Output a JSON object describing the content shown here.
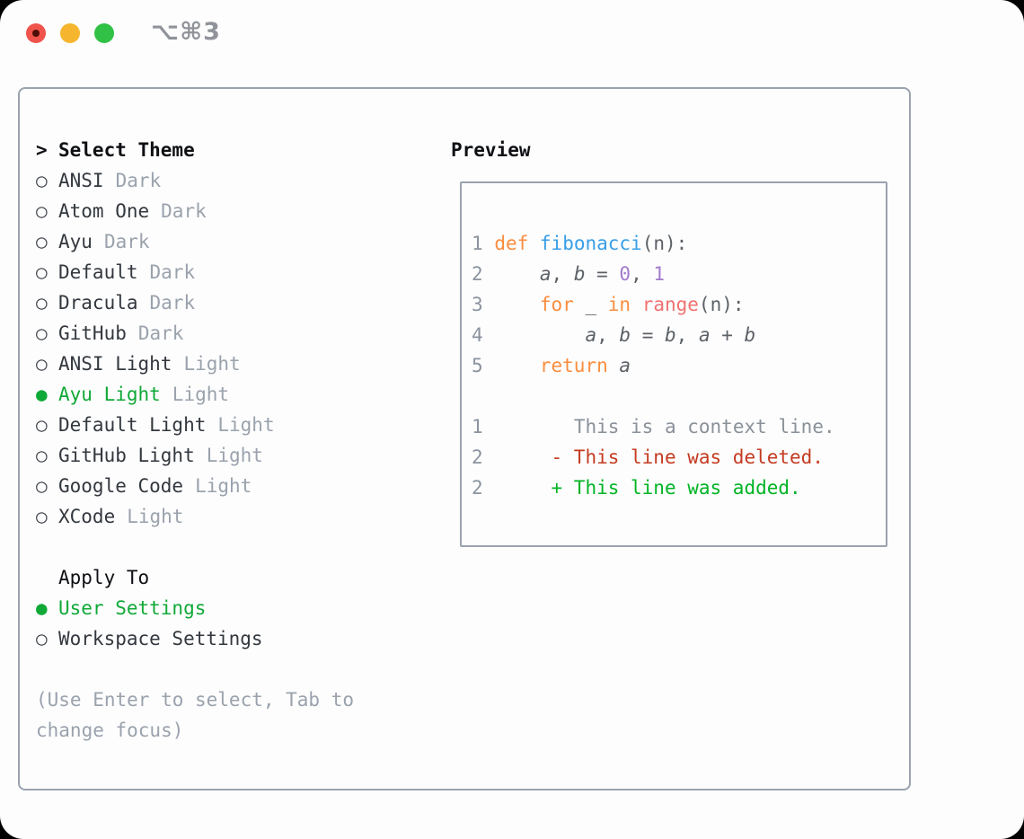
{
  "window": {
    "titlebar_shortcut": "⌥⌘3",
    "traffic_lights": [
      "close",
      "minimize",
      "zoom"
    ]
  },
  "picker": {
    "prompt": ">",
    "title": "Select Theme",
    "themes": [
      {
        "label": "ANSI",
        "variant": "Dark",
        "selected": false
      },
      {
        "label": "Atom One",
        "variant": "Dark",
        "selected": false
      },
      {
        "label": "Ayu",
        "variant": "Dark",
        "selected": false
      },
      {
        "label": "Default",
        "variant": "Dark",
        "selected": false
      },
      {
        "label": "Dracula",
        "variant": "Dark",
        "selected": false
      },
      {
        "label": "GitHub",
        "variant": "Dark",
        "selected": false
      },
      {
        "label": "ANSI Light",
        "variant": "Light",
        "selected": false
      },
      {
        "label": "Ayu Light",
        "variant": "Light",
        "selected": true
      },
      {
        "label": "Default Light",
        "variant": "Light",
        "selected": false
      },
      {
        "label": "GitHub Light",
        "variant": "Light",
        "selected": false
      },
      {
        "label": "Google Code",
        "variant": "Light",
        "selected": false
      },
      {
        "label": "XCode",
        "variant": "Light",
        "selected": false
      }
    ],
    "apply_to": {
      "title": "Apply To",
      "options": [
        {
          "label": "User Settings",
          "selected": true
        },
        {
          "label": "Workspace Settings",
          "selected": false
        }
      ]
    },
    "hint": "(Use Enter to select, Tab to change focus)"
  },
  "preview": {
    "title": "Preview",
    "lines": [
      {
        "name": "code-line-1",
        "tokens": [
          {
            "t": "1",
            "c": "ln"
          },
          {
            "t": " ",
            "c": "tx"
          },
          {
            "t": "def",
            "c": "kw"
          },
          {
            "t": " ",
            "c": "tx"
          },
          {
            "t": "fibonacci",
            "c": "fn"
          },
          {
            "t": "(n):",
            "c": "tx"
          }
        ]
      },
      {
        "name": "code-line-2",
        "tokens": [
          {
            "t": "2",
            "c": "ln"
          },
          {
            "t": "     ",
            "c": "tx"
          },
          {
            "t": "a",
            "c": "va"
          },
          {
            "t": ", ",
            "c": "tx"
          },
          {
            "t": "b",
            "c": "va"
          },
          {
            "t": " = ",
            "c": "tx"
          },
          {
            "t": "0",
            "c": "nu"
          },
          {
            "t": ", ",
            "c": "tx"
          },
          {
            "t": "1",
            "c": "nu"
          }
        ]
      },
      {
        "name": "code-line-3",
        "tokens": [
          {
            "t": "3",
            "c": "ln"
          },
          {
            "t": "     ",
            "c": "tx"
          },
          {
            "t": "for",
            "c": "kw"
          },
          {
            "t": " _ ",
            "c": "tx"
          },
          {
            "t": "in",
            "c": "kw"
          },
          {
            "t": " ",
            "c": "tx"
          },
          {
            "t": "range",
            "c": "rg"
          },
          {
            "t": "(n):",
            "c": "tx"
          }
        ]
      },
      {
        "name": "code-line-4",
        "tokens": [
          {
            "t": "4",
            "c": "ln"
          },
          {
            "t": "         ",
            "c": "tx"
          },
          {
            "t": "a",
            "c": "va"
          },
          {
            "t": ", ",
            "c": "tx"
          },
          {
            "t": "b",
            "c": "va"
          },
          {
            "t": " = ",
            "c": "tx"
          },
          {
            "t": "b",
            "c": "va"
          },
          {
            "t": ", ",
            "c": "tx"
          },
          {
            "t": "a",
            "c": "va"
          },
          {
            "t": " + ",
            "c": "tx"
          },
          {
            "t": "b",
            "c": "va"
          }
        ]
      },
      {
        "name": "code-line-5",
        "tokens": [
          {
            "t": "5",
            "c": "ln"
          },
          {
            "t": "     ",
            "c": "tx"
          },
          {
            "t": "return",
            "c": "kw"
          },
          {
            "t": " ",
            "c": "tx"
          },
          {
            "t": "a",
            "c": "va"
          }
        ]
      },
      {
        "name": "blank-line",
        "tokens": []
      },
      {
        "name": "diff-context-line",
        "tokens": [
          {
            "t": "1",
            "c": "ln"
          },
          {
            "t": "        ",
            "c": "tx"
          },
          {
            "t": "This is a context line.",
            "c": "ctx"
          }
        ]
      },
      {
        "name": "diff-deleted-line",
        "tokens": [
          {
            "t": "2",
            "c": "ln"
          },
          {
            "t": "      ",
            "c": "tx"
          },
          {
            "t": "- This line was deleted.",
            "c": "del"
          }
        ]
      },
      {
        "name": "diff-added-line",
        "tokens": [
          {
            "t": "2",
            "c": "ln"
          },
          {
            "t": "      ",
            "c": "tx"
          },
          {
            "t": "+ This line was added.",
            "c": "add"
          }
        ]
      }
    ]
  },
  "colors": {
    "window_bg": "#fdfdfe",
    "panel_border": "#9aa3ae",
    "traffic_red": "#f0534b",
    "traffic_red_dot": "#4e0d07",
    "traffic_yellow": "#f6b52e",
    "traffic_green": "#31c146",
    "titlebar_text": "#909399",
    "header_text": "#0e1013",
    "item_text": "#33383e",
    "muted": "#9aa2ac",
    "bullet": "#42474d",
    "selected_green": "#10a937",
    "line_number": "#8a939e",
    "keyword": "#fa8d3e",
    "function": "#399ee6",
    "builtin": "#f07171",
    "number": "#a37acc",
    "code_text": "#5c6166",
    "diff_context": "#8a9199",
    "diff_deleted": "#c43b20",
    "diff_added": "#00b424"
  }
}
